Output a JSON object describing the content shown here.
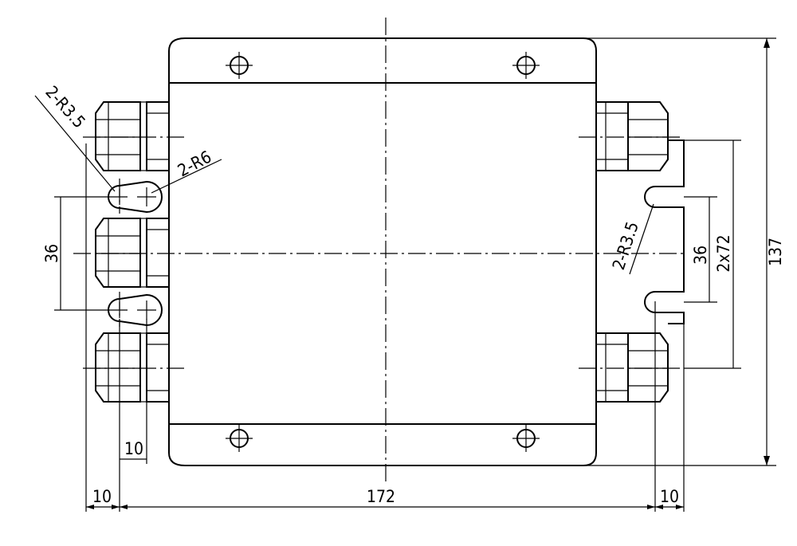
{
  "drawing": {
    "dimensions": {
      "overall_height": "137",
      "body_width": "172",
      "left_offset": "10",
      "right_offset": "10",
      "slot_spacing_left": "36",
      "slot_spacing_right": "36",
      "mount_spacing": "2x72",
      "gland_offset": "10"
    },
    "callouts": {
      "left_radius": "2-R3.5",
      "left_hole": "2-R6",
      "right_radius": "2-R3.5"
    }
  }
}
